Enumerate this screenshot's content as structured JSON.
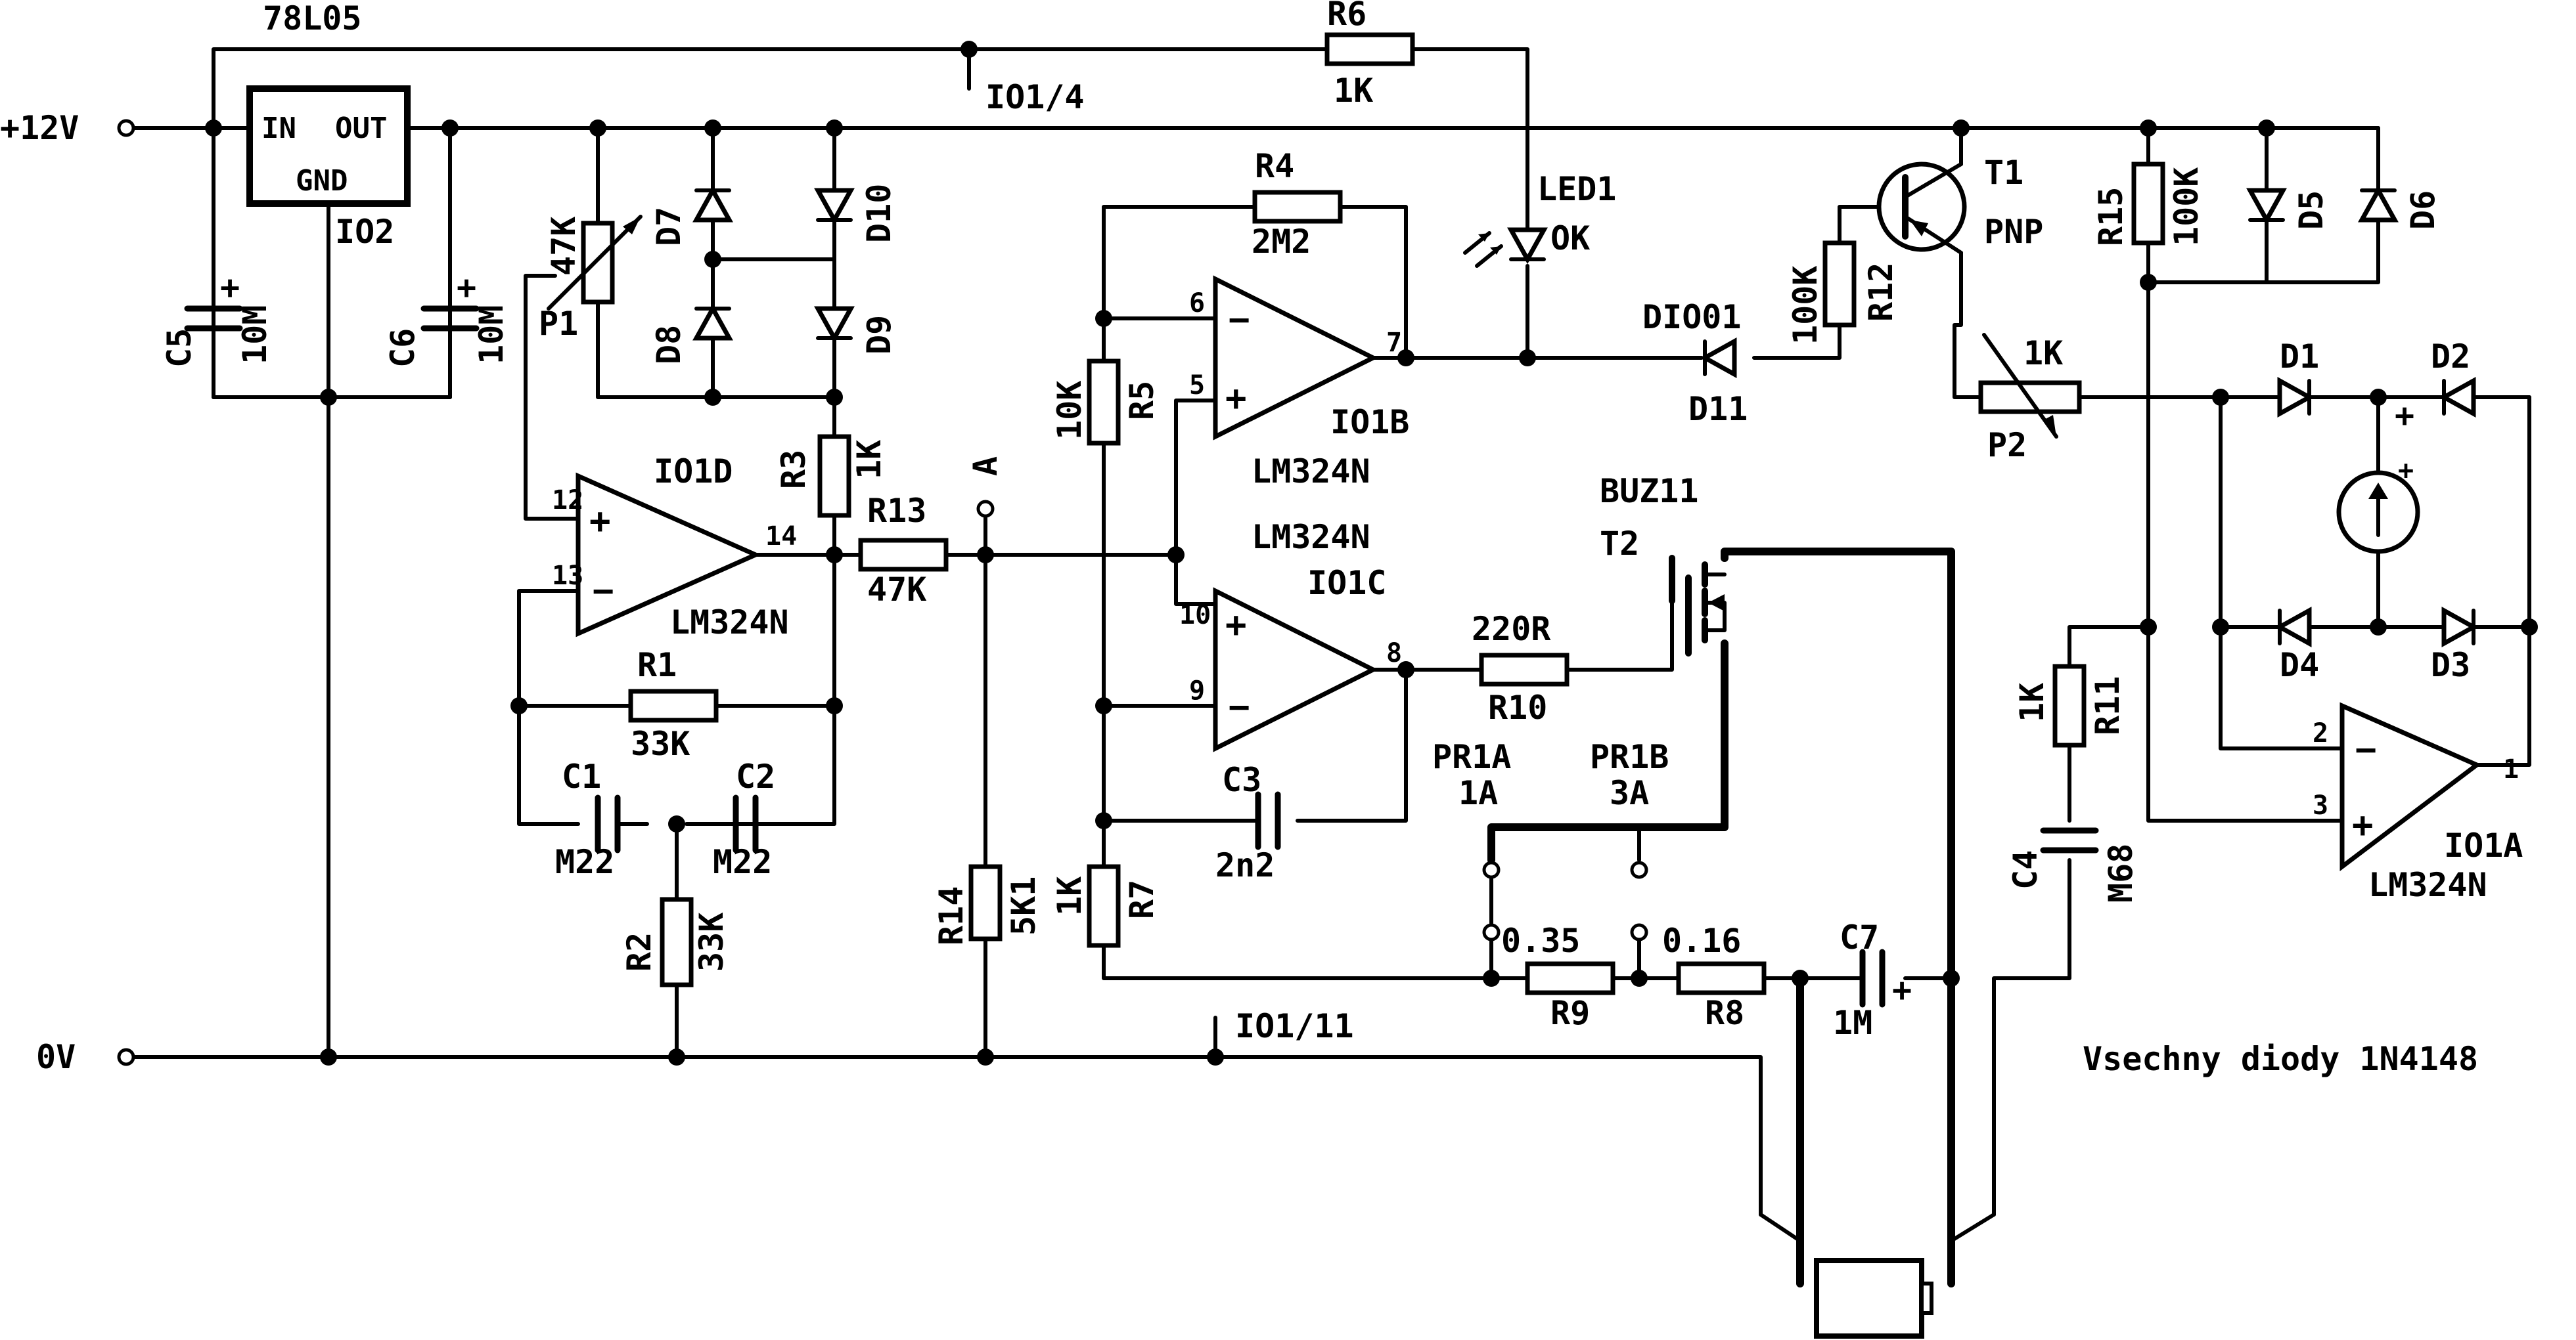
{
  "rails": {
    "vplus": "+12V",
    "gnd": "0V"
  },
  "regulator": {
    "type": "78L05",
    "in": "IN",
    "out": "OUT",
    "gnd": "GND",
    "ref": "IO2"
  },
  "opamps": {
    "a": {
      "ref": "IO1A",
      "part": "LM324N",
      "inv": "2",
      "noninv": "3",
      "out": "1"
    },
    "b": {
      "ref": "IO1B",
      "part": "LM324N",
      "inv": "6",
      "noninv": "5",
      "out": "7"
    },
    "c": {
      "ref": "IO1C",
      "part": "LM324N",
      "inv": "9",
      "noninv": "10",
      "out": "8"
    },
    "d": {
      "ref": "IO1D",
      "part": "LM324N",
      "noninv": "12",
      "inv": "13",
      "out": "14"
    }
  },
  "supply_pins": {
    "vcc": "IO1/4",
    "gnd": "IO1/11"
  },
  "resistors": {
    "r1": {
      "ref": "R1",
      "val": "33K"
    },
    "r2": {
      "ref": "R2",
      "val": "33K"
    },
    "r3": {
      "ref": "R3",
      "val": "1K"
    },
    "r4": {
      "ref": "R4",
      "val": "2M2"
    },
    "r5": {
      "ref": "R5",
      "val": "10K"
    },
    "r6": {
      "ref": "R6",
      "val": "1K"
    },
    "r7": {
      "ref": "R7",
      "val": "1K"
    },
    "r8": {
      "ref": "R8",
      "val": "0.16"
    },
    "r9": {
      "ref": "R9",
      "val": "0.35"
    },
    "r10": {
      "ref": "R10",
      "val": "220R"
    },
    "r11": {
      "ref": "R11",
      "val": "1K"
    },
    "r12": {
      "ref": "R12",
      "val": "100K"
    },
    "r13": {
      "ref": "R13",
      "val": "47K"
    },
    "r14": {
      "ref": "R14",
      "val": "5K1"
    },
    "r15": {
      "ref": "R15",
      "val": "100K"
    }
  },
  "pots": {
    "p1": {
      "ref": "P1",
      "val": "47K"
    },
    "p2": {
      "ref": "P2",
      "val": "1K"
    }
  },
  "capacitors": {
    "c1": {
      "ref": "C1",
      "val": "M22"
    },
    "c2": {
      "ref": "C2",
      "val": "M22"
    },
    "c3": {
      "ref": "C3",
      "val": "2n2"
    },
    "c4": {
      "ref": "C4",
      "val": "M68"
    },
    "c5": {
      "ref": "C5",
      "val": "10M"
    },
    "c6": {
      "ref": "C6",
      "val": "10M"
    },
    "c7": {
      "ref": "C7",
      "val": "1M"
    },
    "plus": "+"
  },
  "diodes": {
    "d1": "D1",
    "d2": "D2",
    "d3": "D3",
    "d4": "D4",
    "d5": "D5",
    "d6": "D6",
    "d7": "D7",
    "d8": "D8",
    "d9": "D9",
    "d10": "D10",
    "d11": {
      "ref": "D11",
      "type": "DIO01"
    }
  },
  "led": {
    "ref": "LED1",
    "val": "OK"
  },
  "transistors": {
    "t1": {
      "ref": "T1",
      "type": "PNP"
    },
    "t2": {
      "ref": "T2",
      "type": "BUZ11"
    }
  },
  "jumpers": {
    "pr1a": {
      "ref": "PR1A",
      "val": "1A"
    },
    "pr1b": {
      "ref": "PR1B",
      "val": "3A"
    }
  },
  "node_a": "A",
  "meter_plus": "+",
  "note": "Vsechny diody 1N4148"
}
